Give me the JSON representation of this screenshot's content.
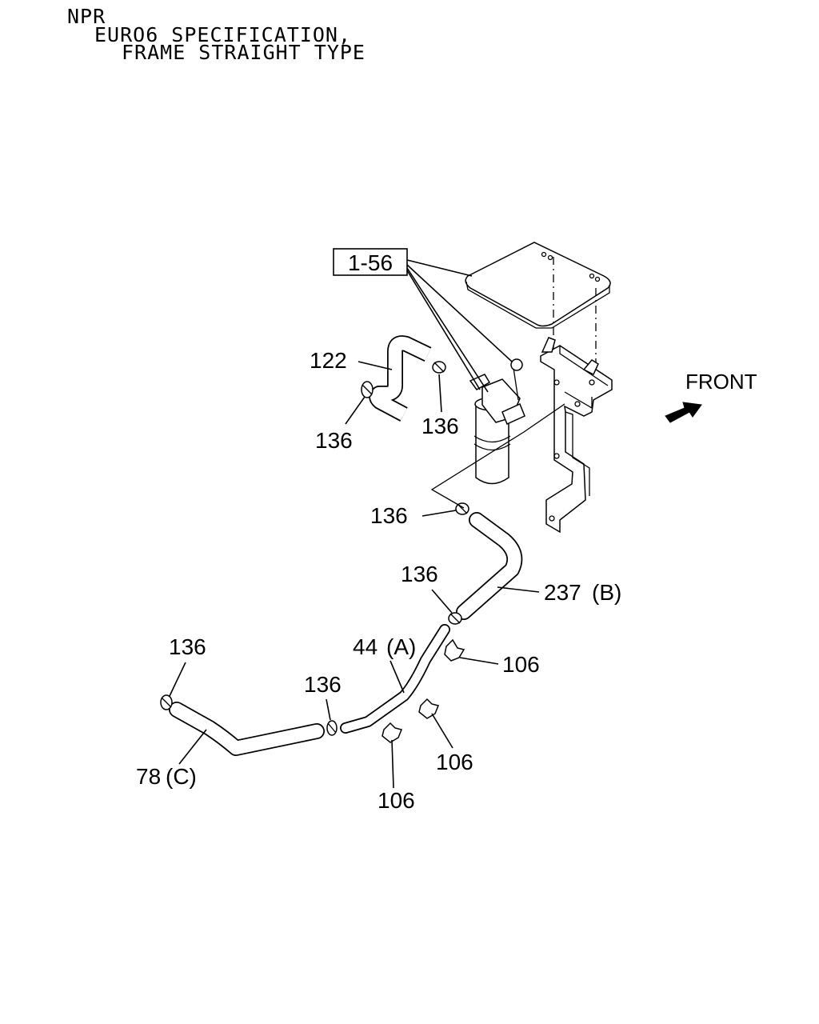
{
  "header": {
    "model": "NPR",
    "spec_line1": "EURO6 SPECIFICATION,",
    "spec_line2": "FRAME STRAIGHT TYPE"
  },
  "diagram": {
    "assembly_ref": "1-56",
    "direction_label": "FRONT",
    "callouts": {
      "hose_122": "122",
      "clip_136_a": "136",
      "clip_136_b": "136",
      "clip_136_c": "136",
      "clip_136_d": "136",
      "clip_136_e": "136",
      "clip_136_f": "136",
      "hose_237b": "237",
      "hose_237b_tag": "(B)",
      "hose_44a": "44",
      "hose_44a_tag": "(A)",
      "hose_78c": "78",
      "hose_78c_tag": "(C)",
      "clip_106_a": "106",
      "clip_106_b": "106",
      "clip_106_c": "106"
    }
  }
}
